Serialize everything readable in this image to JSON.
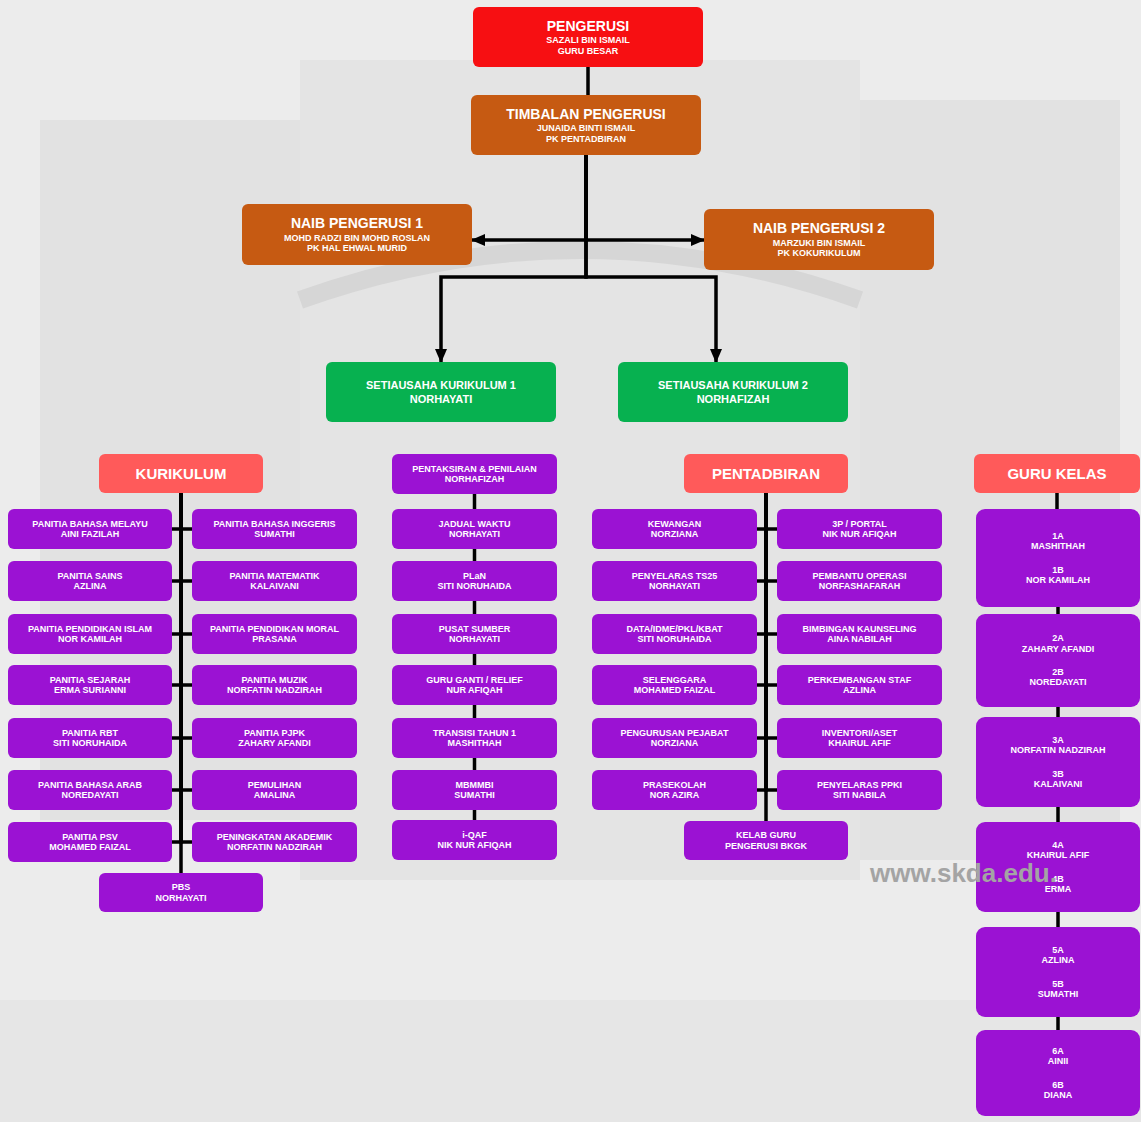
{
  "diagram": {
    "nodes": [
      {
        "text": [
          "PENGERUSI",
          "SAZALI BIN ISMAIL",
          "GURU BESAR"
        ]
      },
      {
        "text": [
          "TIMBALAN PENGERUSI",
          "JUNAIDA BINTI ISMAIL",
          "PK PENTADBIRAN"
        ]
      },
      {
        "text": [
          "NAIB PENGERUSI 1",
          "MOHD RADZI BIN MOHD ROSLAN",
          "PK HAL EHWAL MURID"
        ]
      },
      {
        "text": [
          "NAIB PENGERUSI 2",
          "MARZUKI BIN ISMAIL",
          "PK KOKURIKULUM"
        ]
      },
      {
        "text": [
          "SETIAUSAHA KURIKULUM 1",
          "NORHAYATI"
        ]
      },
      {
        "text": [
          "SETIAUSAHA KURIKULUM 2",
          "NORHAFIZAH"
        ]
      },
      {
        "text": [
          "KURIKULUM"
        ]
      },
      {
        "text": [
          "PANITIA BAHASA MELAYU",
          "AINI FAZILAH"
        ]
      },
      {
        "text": [
          "PANITIA BAHASA INGGERIS",
          "SUMATHI"
        ]
      },
      {
        "text": [
          "PANITIA SAINS",
          "AZLINA"
        ]
      },
      {
        "text": [
          "PANITIA MATEMATIK",
          "KALAIVANI"
        ]
      },
      {
        "text": [
          "PANITIA PENDIDIKAN ISLAM",
          "NOR KAMILAH"
        ]
      },
      {
        "text": [
          "PANITIA PENDIDIKAN MORAL",
          "PRASANA"
        ]
      },
      {
        "text": [
          "PANITIA SEJARAH",
          "ERMA SURIANNI"
        ]
      },
      {
        "text": [
          "PANITIA MUZIK",
          "NORFATIN NADZIRAH"
        ]
      },
      {
        "text": [
          "PANITIA RBT",
          "SITI NORUHAIDA"
        ]
      },
      {
        "text": [
          "PANITIA PJPK",
          "ZAHARY AFANDI"
        ]
      },
      {
        "text": [
          "PANITIA BAHASA ARAB",
          "NOREDAYATI"
        ]
      },
      {
        "text": [
          "PEMULIHAN",
          "AMALINA"
        ]
      },
      {
        "text": [
          "PANITIA PSV",
          "MOHAMED FAIZAL"
        ]
      },
      {
        "text": [
          "PENINGKATAN AKADEMIK",
          "NORFATIN NADZIRAH"
        ]
      },
      {
        "text": [
          "PBS",
          "NORHAYATI"
        ]
      },
      {
        "text": [
          "PENTAKSIRAN & PENILAIAN",
          "NORHAFIZAH"
        ]
      },
      {
        "text": [
          "JADUAL WAKTU",
          "NORHAYATI"
        ]
      },
      {
        "text": [
          "PLaN",
          "SITI NORUHAIDA"
        ]
      },
      {
        "text": [
          "PUSAT SUMBER",
          "NORHAYATI"
        ]
      },
      {
        "text": [
          "GURU GANTI / RELIEF",
          "NUR AFIQAH"
        ]
      },
      {
        "text": [
          "TRANSISI TAHUN 1",
          "MASHITHAH"
        ]
      },
      {
        "text": [
          "MBMMBI",
          "SUMATHI"
        ]
      },
      {
        "text": [
          "i-QAF",
          "NIK NUR AFIQAH"
        ]
      },
      {
        "text": [
          "PENTADBIRAN"
        ]
      },
      {
        "text": [
          "KEWANGAN",
          "NORZIANA"
        ]
      },
      {
        "text": [
          "3P / PORTAL",
          "NIK NUR AFIQAH"
        ]
      },
      {
        "text": [
          "PENYELARAS TS25",
          "NORHAYATI"
        ]
      },
      {
        "text": [
          "PEMBANTU OPERASI",
          "NORFASHAFARAH"
        ]
      },
      {
        "text": [
          "DATA/IDME/PKL/KBAT",
          "SITI NORUHAIDA"
        ]
      },
      {
        "text": [
          "BIMBINGAN KAUNSELING",
          "AINA NABILAH"
        ]
      },
      {
        "text": [
          "SELENGGARA",
          "MOHAMED FAIZAL"
        ]
      },
      {
        "text": [
          "PERKEMBANGAN STAF",
          "AZLINA"
        ]
      },
      {
        "text": [
          "PENGURUSAN PEJABAT",
          "NORZIANA"
        ]
      },
      {
        "text": [
          "INVENTORI/ASET",
          "KHAIRUL AFIF"
        ]
      },
      {
        "text": [
          "PRASEKOLAH",
          "NOR AZIRA"
        ]
      },
      {
        "text": [
          "PENYELARAS PPKI",
          "SITI NABILA"
        ]
      },
      {
        "text": [
          "KELAB GURU",
          "PENGERUSI BKGK"
        ]
      },
      {
        "text": [
          "GURU KELAS"
        ]
      },
      {
        "text": [
          "1A",
          "MASHITHAH",
          "1B",
          "NOR KAMILAH"
        ]
      },
      {
        "text": [
          "2A",
          "ZAHARY AFANDI",
          "2B",
          "NOREDAYATI"
        ]
      },
      {
        "text": [
          "3A",
          "NORFATIN NADZIRAH",
          "3B",
          "KALAIVANI"
        ]
      },
      {
        "text": [
          "4A",
          "KHAIRUL AFIF",
          "4B",
          "ERMA"
        ]
      },
      {
        "text": [
          "5A",
          "AZLINA",
          "5B",
          "SUMATHI"
        ]
      },
      {
        "text": [
          "6A",
          "AINII",
          "6B",
          "DIANA"
        ]
      }
    ],
    "edges": [
      {
        "from": 0,
        "to": 1,
        "arrow": "none"
      },
      {
        "from": 1,
        "to": 2,
        "arrow": "to"
      },
      {
        "from": 1,
        "to": 3,
        "arrow": "to"
      },
      {
        "from": 1,
        "to": 4,
        "arrow": "to"
      },
      {
        "from": 1,
        "to": 5,
        "arrow": "to"
      },
      {
        "from": 6,
        "to": 7,
        "arrow": "none"
      },
      {
        "from": 6,
        "to": 8,
        "arrow": "none"
      },
      {
        "from": 6,
        "to": 9,
        "arrow": "none"
      },
      {
        "from": 6,
        "to": 10,
        "arrow": "none"
      },
      {
        "from": 6,
        "to": 11,
        "arrow": "none"
      },
      {
        "from": 6,
        "to": 12,
        "arrow": "none"
      },
      {
        "from": 6,
        "to": 13,
        "arrow": "none"
      },
      {
        "from": 6,
        "to": 14,
        "arrow": "none"
      },
      {
        "from": 6,
        "to": 15,
        "arrow": "none"
      },
      {
        "from": 6,
        "to": 16,
        "arrow": "none"
      },
      {
        "from": 6,
        "to": 17,
        "arrow": "none"
      },
      {
        "from": 6,
        "to": 18,
        "arrow": "none"
      },
      {
        "from": 6,
        "to": 19,
        "arrow": "none"
      },
      {
        "from": 6,
        "to": 20,
        "arrow": "none"
      },
      {
        "from": 6,
        "to": 21,
        "arrow": "none"
      },
      {
        "from": 22,
        "to": 23,
        "arrow": "none"
      },
      {
        "from": 23,
        "to": 24,
        "arrow": "none"
      },
      {
        "from": 24,
        "to": 25,
        "arrow": "none"
      },
      {
        "from": 25,
        "to": 26,
        "arrow": "none"
      },
      {
        "from": 26,
        "to": 27,
        "arrow": "none"
      },
      {
        "from": 27,
        "to": 28,
        "arrow": "none"
      },
      {
        "from": 28,
        "to": 29,
        "arrow": "none"
      },
      {
        "from": 30,
        "to": 31,
        "arrow": "none"
      },
      {
        "from": 30,
        "to": 32,
        "arrow": "none"
      },
      {
        "from": 30,
        "to": 33,
        "arrow": "none"
      },
      {
        "from": 30,
        "to": 34,
        "arrow": "none"
      },
      {
        "from": 30,
        "to": 35,
        "arrow": "none"
      },
      {
        "from": 30,
        "to": 36,
        "arrow": "none"
      },
      {
        "from": 30,
        "to": 37,
        "arrow": "none"
      },
      {
        "from": 30,
        "to": 38,
        "arrow": "none"
      },
      {
        "from": 30,
        "to": 39,
        "arrow": "none"
      },
      {
        "from": 30,
        "to": 40,
        "arrow": "none"
      },
      {
        "from": 30,
        "to": 41,
        "arrow": "none"
      },
      {
        "from": 30,
        "to": 42,
        "arrow": "none"
      },
      {
        "from": 30,
        "to": 43,
        "arrow": "none"
      },
      {
        "from": 44,
        "to": 45,
        "arrow": "none"
      },
      {
        "from": 45,
        "to": 46,
        "arrow": "none"
      },
      {
        "from": 46,
        "to": 47,
        "arrow": "none"
      },
      {
        "from": 47,
        "to": 48,
        "arrow": "none"
      },
      {
        "from": 48,
        "to": 49,
        "arrow": "none"
      },
      {
        "from": 49,
        "to": 50,
        "arrow": "none"
      }
    ],
    "labels": [
      "www.skda.edu."
    ]
  }
}
